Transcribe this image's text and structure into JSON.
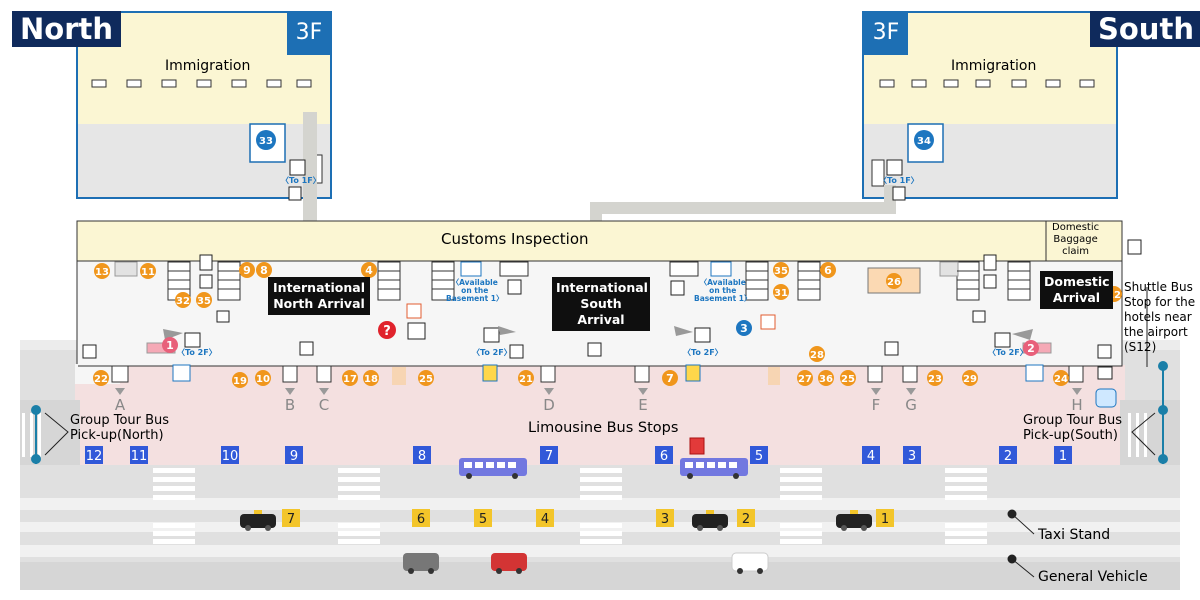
{
  "north_label": "North",
  "south_label": "South",
  "floor_3f": "3F",
  "immigration": "Immigration",
  "to_1f": "〈To 1F〉",
  "to_2f": "〈To 2F〉",
  "available_basement": [
    "〈Available",
    "on the",
    "Basement 1〉"
  ],
  "customs": "Customs Inspection",
  "domestic_claim": [
    "Domestic",
    "Baggage",
    "claim"
  ],
  "intl_north": [
    "International",
    "North Arrival"
  ],
  "intl_south": [
    "International",
    "South Arrival"
  ],
  "domestic_arrival": [
    "Domestic",
    "Arrival"
  ],
  "shuttle": [
    "Shuttle Bus",
    "Stop for the",
    "hotels near",
    "the airport",
    "(S12)"
  ],
  "group_north": [
    "Group Tour Bus",
    "Pick-up(North)"
  ],
  "group_south": [
    "Group Tour Bus",
    "Pick-up(South)"
  ],
  "limousine": "Limousine Bus Stops",
  "taxi_stand": "Taxi Stand",
  "general_vehicle": "General Vehicle",
  "orange_facilities": [
    "13",
    "11",
    "32",
    "35",
    "9",
    "8",
    "4",
    "35",
    "31",
    "6",
    "26",
    "12",
    "22",
    "19",
    "10",
    "17",
    "18",
    "25",
    "21",
    "7",
    "28",
    "27",
    "36",
    "25",
    "23",
    "29",
    "24"
  ],
  "blue_facilities": [
    "33",
    "34",
    "3"
  ],
  "pink_facilities": [
    "1",
    "2"
  ],
  "exits": [
    "A",
    "B",
    "C",
    "D",
    "E",
    "F",
    "G",
    "H"
  ],
  "bus_stops": [
    "12",
    "11",
    "10",
    "9",
    "8",
    "7",
    "6",
    "5",
    "4",
    "3",
    "2",
    "1"
  ],
  "taxi_stops": [
    "7",
    "6",
    "5",
    "4",
    "3",
    "2",
    "1"
  ],
  "colors": {
    "navy": "#0f2a5c",
    "floor_blue": "#1d6fb4",
    "cream": "#fbf6d3",
    "orange": "#f0961c",
    "blue_marker": "#1d76c0",
    "pink": "#e8607a",
    "bus_square": "#3159d9",
    "taxi_square": "#f3c52a",
    "bus_zone": "#f4e0e0",
    "road": "#d9d9d9"
  }
}
